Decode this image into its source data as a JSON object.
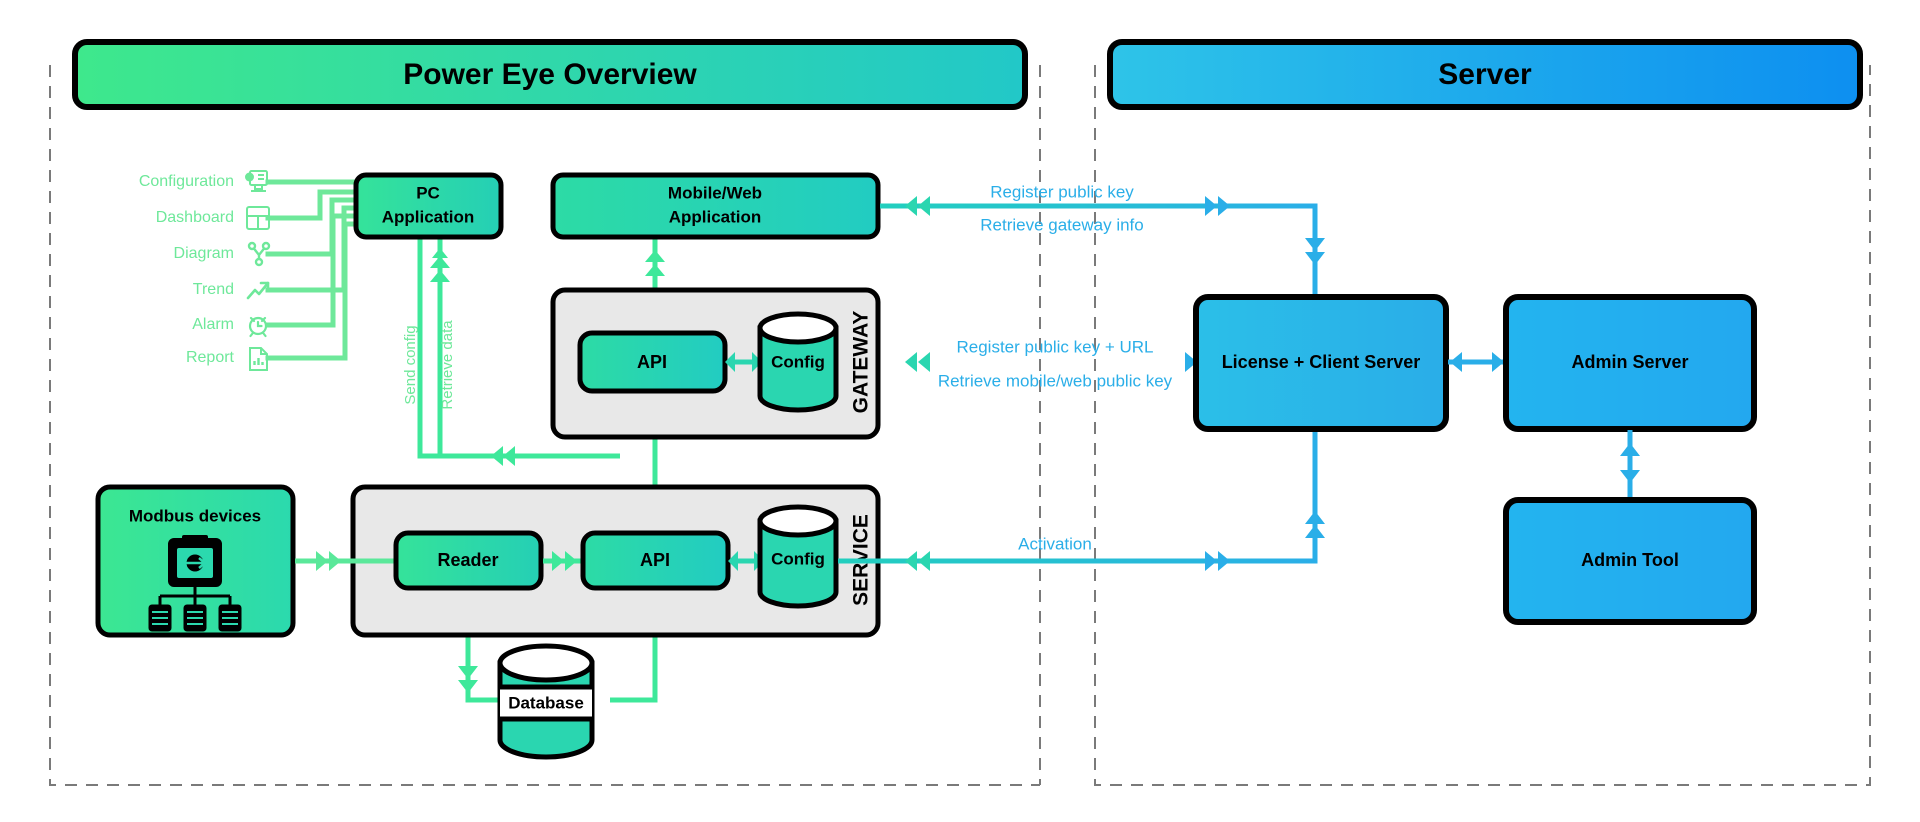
{
  "diagram": {
    "title": "Power Eye Overview",
    "colors": {
      "green_light": "#5ae89a",
      "green_teal": "#2ad6b0",
      "teal": "#1ecbc0",
      "blue_light": "#29b6e8",
      "blue": "#1a9fe8",
      "blue_dark": "#0d8ff0",
      "menu_text": "#6ee89a",
      "edge_blue_text": "#2aaee8",
      "group_fill": "#e8e8e8",
      "stroke": "#000000",
      "dashed_border": "#7a7a7a"
    }
  },
  "banners": [
    {
      "id": "power-eye",
      "label": "Power Eye Overview"
    },
    {
      "id": "server",
      "label": "Server"
    }
  ],
  "menu": {
    "items": [
      {
        "label": "Configuration",
        "icon": "configuration-icon"
      },
      {
        "label": "Dashboard",
        "icon": "dashboard-icon"
      },
      {
        "label": "Diagram",
        "icon": "diagram-icon"
      },
      {
        "label": "Trend",
        "icon": "trend-icon"
      },
      {
        "label": "Alarm",
        "icon": "alarm-clock-icon"
      },
      {
        "label": "Report",
        "icon": "report-document-icon"
      }
    ]
  },
  "nodes": {
    "pc_application": "PC\nApplication",
    "pc_application_line1": "PC",
    "pc_application_line2": "Application",
    "mobile_web_line1": "Mobile/Web",
    "mobile_web_line2": "Application",
    "modbus_devices": "Modbus devices",
    "reader": "Reader",
    "api_gateway": "API",
    "api_service": "API",
    "config_gateway": "Config",
    "config_service": "Config",
    "database": "Database",
    "license_client_server": "License + Client Server",
    "admin_server": "Admin Server",
    "admin_tool": "Admin Tool"
  },
  "groups": {
    "gateway": "GATEWAY",
    "service": "SERVICE"
  },
  "edge_labels": {
    "send_config": "Send config",
    "retrieve_data": "Retrieve data",
    "register_public_key": "Register public key",
    "retrieve_gateway_info": "Retrieve gateway info",
    "register_public_key_url": "Register public key + URL",
    "retrieve_mobile_web_public_key": "Retrieve mobile/web public key",
    "activation": "Activation"
  }
}
